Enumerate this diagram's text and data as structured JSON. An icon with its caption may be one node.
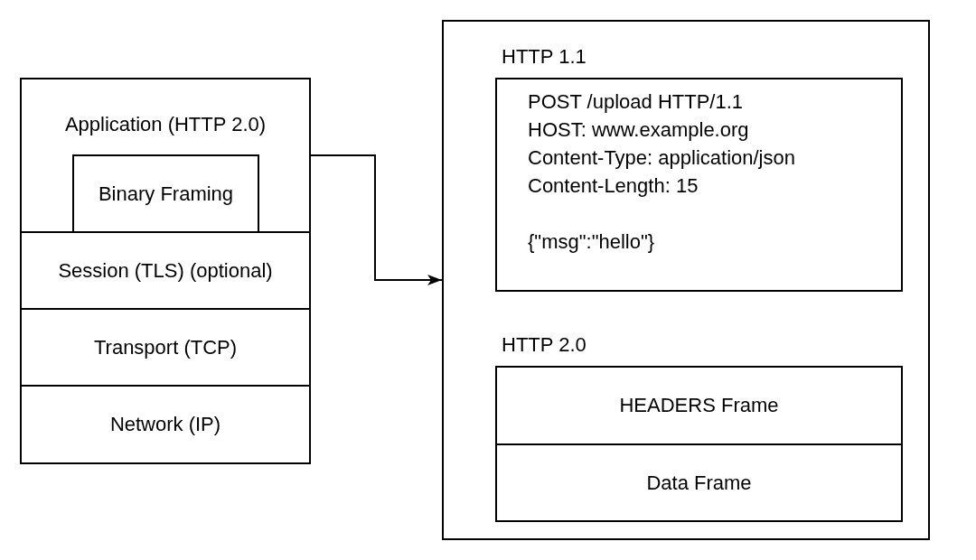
{
  "diagram": {
    "nodes": [
      {
        "text": [
          "Application (HTTP 2.0)"
        ]
      },
      {
        "text": [
          "Binary Framing"
        ],
        "in": 0
      },
      {
        "text": [
          "Session (TLS) (optional)"
        ]
      },
      {
        "text": [
          "Transport (TCP)"
        ]
      },
      {
        "text": [
          "Network (IP)"
        ]
      },
      {
        "text": [],
        "shape": "box"
      },
      {
        "text": [
          "HTTP 1.1",
          "POST /upload HTTP/1.1",
          "HOST: www.example.org",
          "Content-Type: application/json",
          "Content-Length: 15",
          "{\"msg\":\"hello\"}"
        ],
        "in": 5
      },
      {
        "text": [
          "HTTP 2.0"
        ],
        "in": 5
      },
      {
        "text": [
          "HEADERS Frame"
        ],
        "in": 7
      },
      {
        "text": [
          "Data Frame"
        ],
        "in": 7
      }
    ],
    "edges": [
      {
        "from": 0,
        "to": 5,
        "arrow": "to"
      }
    ]
  }
}
